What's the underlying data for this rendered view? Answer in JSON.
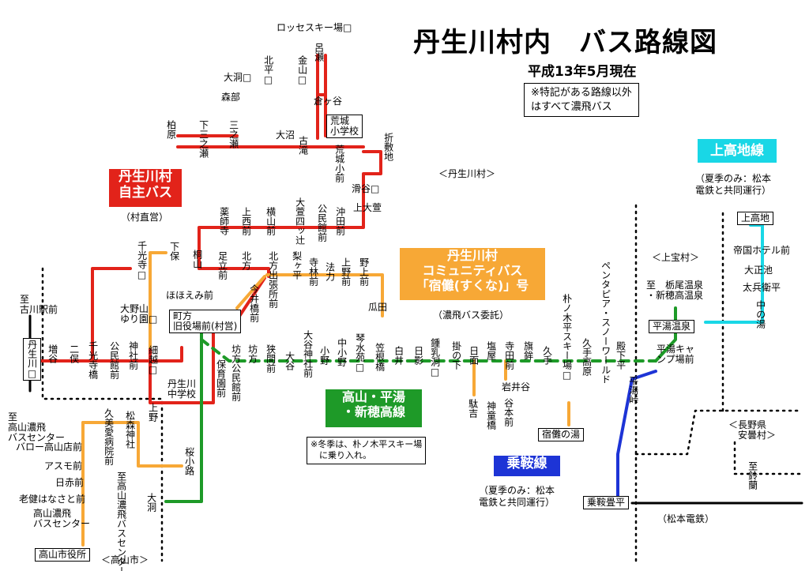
{
  "colors": {
    "red": "#e2231a",
    "orange": "#f7a836",
    "green": "#1e9a28",
    "blue": "#1d34d6",
    "cyan": "#19d7e6",
    "black": "#000000"
  },
  "title": "丹生川村内　バス路線図",
  "date": "平成13年5月現在",
  "note_main": "※特記がある路線以外\nはすべて濃飛バス",
  "legend": {
    "red": {
      "label": "丹生川村\n自主バス",
      "sub": "（村直営）"
    },
    "orange": {
      "label": "丹生川村\nコミュニティバス\n「宿儺(すくな)」号",
      "sub": "（濃飛バス委託）"
    },
    "green": {
      "label": "高山・平湯\n・新穂高線"
    },
    "blue": {
      "label": "乗鞍線",
      "sub": "（夏季のみ：松本\n電鉄と共同運行）"
    },
    "cyan": {
      "label": "上高地線",
      "sub": "（夏季のみ：松本\n電鉄と共同運行）"
    }
  },
  "winter_note": "※冬季は、朴ノ木平スキー場\n　に乗り入れ。",
  "matsumoto_note": "（松本電鉄）",
  "labels": [
    {
      "t": "ロッセスキー場□",
      "v": false,
      "s": 12
    },
    {
      "t": "呂瀬",
      "v": true,
      "s": 12
    },
    {
      "t": "金山□",
      "v": true,
      "s": 12
    },
    {
      "t": "北平□",
      "v": true,
      "s": 12
    },
    {
      "t": "大洞□",
      "v": false,
      "s": 12
    },
    {
      "t": "森部",
      "v": false,
      "s": 12
    },
    {
      "t": "倉ヶ谷",
      "v": false,
      "s": 12
    },
    {
      "t": "荒城\n小学校",
      "v": false,
      "s": 12,
      "boxed": true
    },
    {
      "t": "柏原",
      "v": true,
      "s": 12
    },
    {
      "t": "下三之瀬",
      "v": true,
      "s": 12
    },
    {
      "t": "三之瀬",
      "v": true,
      "s": 12
    },
    {
      "t": "大沼",
      "v": false,
      "s": 12
    },
    {
      "t": "古滝",
      "v": true,
      "s": 12
    },
    {
      "t": "荒城小前",
      "v": true,
      "s": 12
    },
    {
      "t": "折敷地",
      "v": true,
      "s": 12
    },
    {
      "t": "滑谷□",
      "v": false,
      "s": 12
    },
    {
      "t": "上大萱",
      "v": false,
      "s": 12
    },
    {
      "t": "薬師寺",
      "v": true,
      "s": 12
    },
    {
      "t": "上西前",
      "v": true,
      "s": 12
    },
    {
      "t": "横山前",
      "v": true,
      "s": 12
    },
    {
      "t": "大萱四ッ辻",
      "v": true,
      "s": 12
    },
    {
      "t": "公民館前",
      "v": true,
      "s": 12
    },
    {
      "t": "沖田前",
      "v": true,
      "s": 12
    },
    {
      "t": "＜丹生川村＞",
      "v": false,
      "s": 12
    },
    {
      "t": "千光寺□",
      "v": true,
      "s": 12
    },
    {
      "t": "下保",
      "v": true,
      "s": 12
    },
    {
      "t": "桐山",
      "v": true,
      "s": 12
    },
    {
      "t": "足立前",
      "v": true,
      "s": 12
    },
    {
      "t": "北方",
      "v": true,
      "s": 12
    },
    {
      "t": "北方出張所前",
      "v": true,
      "s": 12
    },
    {
      "t": "梨ヶ平",
      "v": true,
      "s": 12
    },
    {
      "t": "寺林前",
      "v": true,
      "s": 12
    },
    {
      "t": "法力",
      "v": true,
      "s": 12
    },
    {
      "t": "上野前",
      "v": true,
      "s": 12
    },
    {
      "t": "野上前",
      "v": true,
      "s": 12
    },
    {
      "t": "瓜田",
      "v": false,
      "s": 12
    },
    {
      "t": "ほほえみ前",
      "v": false,
      "s": 12
    },
    {
      "t": "今井橋前",
      "v": true,
      "s": 12
    },
    {
      "t": "大野山\nゆり園□",
      "v": false,
      "s": 12
    },
    {
      "t": "町方\n旧役場前(村営)",
      "v": false,
      "s": 12,
      "boxed": true
    },
    {
      "t": "至\n古川駅前",
      "v": false,
      "s": 12
    },
    {
      "t": "丹生川□",
      "v": true,
      "s": 12,
      "boxed": true
    },
    {
      "t": "増谷",
      "v": true,
      "s": 12
    },
    {
      "t": "二俣",
      "v": true,
      "s": 12
    },
    {
      "t": "千光寺橋",
      "v": true,
      "s": 12
    },
    {
      "t": "公民館前",
      "v": true,
      "s": 12
    },
    {
      "t": "神社前",
      "v": true,
      "s": 12
    },
    {
      "t": "細越□",
      "v": true,
      "s": 12
    },
    {
      "t": "保育園前",
      "v": true,
      "s": 12
    },
    {
      "t": "坊方公民館前",
      "v": true,
      "s": 12
    },
    {
      "t": "坊方",
      "v": true,
      "s": 12
    },
    {
      "t": "狭間前",
      "v": true,
      "s": 12
    },
    {
      "t": "大谷",
      "v": true,
      "s": 12
    },
    {
      "t": "大谷神社前",
      "v": true,
      "s": 12
    },
    {
      "t": "小野",
      "v": true,
      "s": 12
    },
    {
      "t": "中小野",
      "v": true,
      "s": 12
    },
    {
      "t": "琴水苑□",
      "v": true,
      "s": 12
    },
    {
      "t": "笠根橋",
      "v": true,
      "s": 12
    },
    {
      "t": "白井",
      "v": true,
      "s": 12
    },
    {
      "t": "日影",
      "v": true,
      "s": 12
    },
    {
      "t": "鍾乳洞□",
      "v": true,
      "s": 12
    },
    {
      "t": "掛の下",
      "v": true,
      "s": 12
    },
    {
      "t": "日面",
      "v": true,
      "s": 12
    },
    {
      "t": "駄吉",
      "v": true,
      "s": 12
    },
    {
      "t": "塩屋",
      "v": true,
      "s": 12
    },
    {
      "t": "寺田前",
      "v": true,
      "s": 12
    },
    {
      "t": "旗鉾",
      "v": true,
      "s": 12
    },
    {
      "t": "久手",
      "v": true,
      "s": 12
    },
    {
      "t": "岩井谷",
      "v": false,
      "s": 12
    },
    {
      "t": "谷本前",
      "v": true,
      "s": 12
    },
    {
      "t": "神童橋",
      "v": true,
      "s": 12
    },
    {
      "t": "朴ノ木平スキー場□",
      "v": true,
      "s": 12
    },
    {
      "t": "久手高原",
      "v": true,
      "s": 12
    },
    {
      "t": "ペンタピア・スノーワールド",
      "v": true,
      "s": 12
    },
    {
      "t": "殿下平",
      "v": true,
      "s": 12
    },
    {
      "t": "宿儺の湯",
      "v": false,
      "s": 12,
      "boxed": true
    },
    {
      "t": "丹生川\n中学校",
      "v": false,
      "s": 12
    },
    {
      "t": "桜小路",
      "v": true,
      "s": 12
    },
    {
      "t": "上野",
      "v": true,
      "s": 12
    },
    {
      "t": "松森神社",
      "v": true,
      "s": 12
    },
    {
      "t": "久美愛病院前",
      "v": true,
      "s": 12
    },
    {
      "t": "至\n高山濃飛\nバスセンター",
      "v": false,
      "s": 12
    },
    {
      "t": "至高山濃飛バスセンター",
      "v": true,
      "s": 12
    },
    {
      "t": "大洞",
      "v": true,
      "s": 12
    },
    {
      "t": "バロー高山店前",
      "v": false,
      "s": 12
    },
    {
      "t": "アスモ前",
      "v": false,
      "s": 12
    },
    {
      "t": "日赤前",
      "v": false,
      "s": 12
    },
    {
      "t": "老健はなさと前",
      "v": false,
      "s": 12
    },
    {
      "t": "高山濃飛\nバスセンター",
      "v": false,
      "s": 12
    },
    {
      "t": "高山市役所",
      "v": false,
      "s": 12,
      "boxed": true
    },
    {
      "t": "＜高山市＞",
      "v": false,
      "s": 12
    },
    {
      "t": "＜上宝村＞",
      "v": false,
      "s": 12
    },
    {
      "t": "至　栃尾温泉\n・新穂高温泉",
      "v": false,
      "s": 12
    },
    {
      "t": "平湯温泉",
      "v": false,
      "s": 12,
      "boxed": true
    },
    {
      "t": "平湯キャ\nンプ場前",
      "v": false,
      "s": 12
    },
    {
      "t": "平湯峠",
      "v": true,
      "s": 12
    },
    {
      "t": "乗鞍畳平",
      "v": false,
      "s": 12,
      "boxed": true
    },
    {
      "t": "上高地",
      "v": false,
      "s": 12,
      "boxed": true
    },
    {
      "t": "帝国ホテル前",
      "v": false,
      "s": 12
    },
    {
      "t": "大正池",
      "v": false,
      "s": 12
    },
    {
      "t": "太兵衛平",
      "v": false,
      "s": 12
    },
    {
      "t": "中の湯",
      "v": true,
      "s": 12
    },
    {
      "t": "＜長野県\n　安曇村＞",
      "v": false,
      "s": 12
    },
    {
      "t": "至鈴蘭",
      "v": true,
      "s": 12
    }
  ]
}
